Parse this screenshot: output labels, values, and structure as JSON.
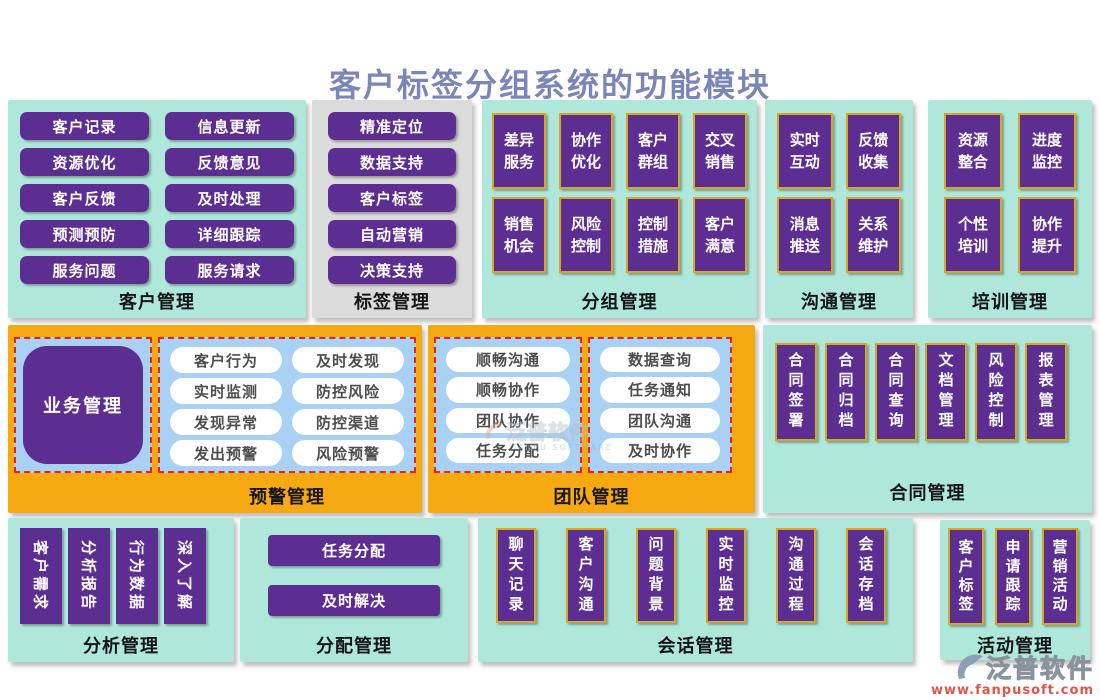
{
  "title": "客户标签分组系统的功能模块",
  "panels": {
    "customer": {
      "label": "客户管理",
      "items": [
        "客户记录",
        "信息更新",
        "资源优化",
        "反馈意见",
        "客户反馈",
        "及时处理",
        "预测预防",
        "详细跟踪",
        "服务问题",
        "服务请求"
      ]
    },
    "tag": {
      "label": "标签管理",
      "items": [
        "精准定位",
        "数据支持",
        "客户标签",
        "自动营销",
        "决策支持"
      ]
    },
    "group": {
      "label": "分组管理",
      "items": [
        "差异服务",
        "协作优化",
        "客户群组",
        "交叉销售",
        "销售机会",
        "风险控制",
        "控制措施",
        "客户满意"
      ]
    },
    "comm": {
      "label": "沟通管理",
      "items": [
        "实时互动",
        "反馈收集",
        "消息推送",
        "关系维护"
      ]
    },
    "training": {
      "label": "培训管理",
      "items": [
        "资源整合",
        "进度监控",
        "个性培训",
        "协作提升"
      ]
    },
    "warning": {
      "label": "预警管理",
      "hub": "业务管理",
      "items": [
        "客户行为",
        "及时发现",
        "实时监测",
        "防控风险",
        "发现异常",
        "防控渠道",
        "发出预警",
        "风险预警"
      ]
    },
    "team": {
      "label": "团队管理",
      "left_items": [
        "顺畅沟通",
        "顺畅协作",
        "团队协作",
        "任务分配"
      ],
      "right_items": [
        "数据查询",
        "任务通知",
        "团队沟通",
        "及时协作"
      ]
    },
    "contract": {
      "label": "合同管理",
      "items": [
        "合同签署",
        "合同归档",
        "合同查询",
        "文档管理",
        "风险控制",
        "报表管理"
      ]
    },
    "analysis": {
      "label": "分析管理",
      "items": [
        "客户需求",
        "分析报告",
        "行为数据",
        "深入了解"
      ]
    },
    "assign": {
      "label": "分配管理",
      "items": [
        "任务分配",
        "及时解决"
      ]
    },
    "session": {
      "label": "会话管理",
      "items": [
        "聊天记录",
        "客户沟通",
        "问题背景",
        "实时监控",
        "沟通过程",
        "会话存档"
      ]
    },
    "activity": {
      "label": "活动管理",
      "items": [
        "客户标签",
        "申请跟踪",
        "营销活动"
      ]
    }
  },
  "watermark": {
    "text": "泛普软件",
    "sub": "FANPU SOFTWARE"
  },
  "logo": {
    "name": "泛普软件",
    "url": "www.fanpusoft.com"
  },
  "colors": {
    "teal": "#afe8db",
    "gray": "#dbdbdb",
    "orange": "#f7a912",
    "purple": "#5d2e92",
    "gold": "#daa520",
    "light_blue": "#a8d1f4",
    "dashed_red": "#e32222",
    "title_text": "#7b86b8"
  }
}
